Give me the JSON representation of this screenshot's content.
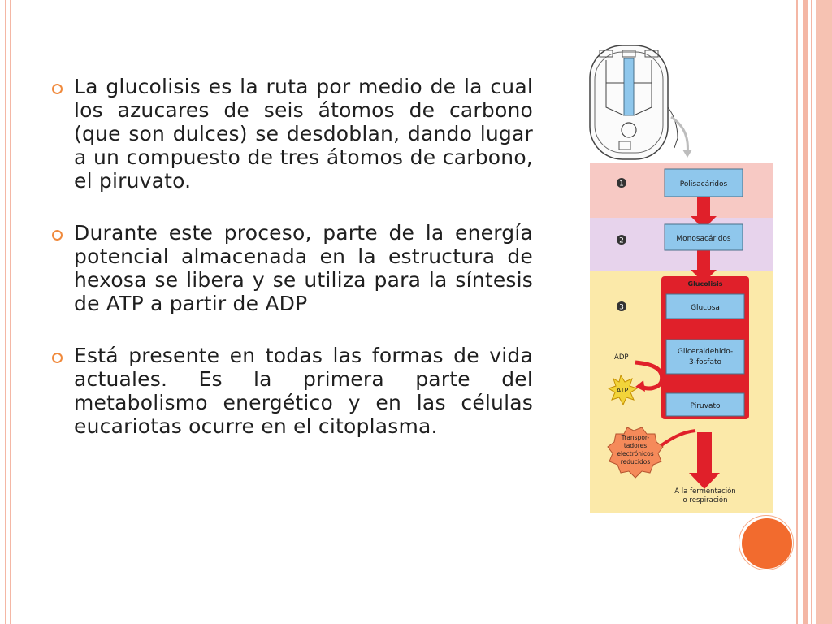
{
  "bullets": [
    "La glucolisis es la ruta por medio de la cual los azucares de seis átomos de carbono (que son dulces) se desdoblan, dando lugar a un compuesto de tres átomos de carbono, el piruvato.",
    "Durante este proceso, parte de la energía potencial almacenada en la estructura de hexosa se libera y se utiliza para la síntesis de ATP a partir de ADP",
    "Está presente en todas las formas de vida actuales. Es la primera parte del metabolismo energético y en las células eucariotas ocurre en el citoplasma."
  ],
  "figure": {
    "steps": [
      "1",
      "2",
      "3"
    ],
    "boxes": [
      "Polisacáridos",
      "Monosacáridos",
      "Glucosa",
      "Gliceraldehido-",
      "3-fosfato",
      "Piruvato"
    ],
    "glucolisis_label": "Glucolisis",
    "adp_label": "ADP",
    "atp_label": "ATP",
    "transport_lines": [
      "Transpor-",
      "tadores",
      "electrónicos",
      "reducidos"
    ],
    "end_lines": [
      "A la fermentación",
      "o respiración"
    ]
  },
  "colors": {
    "bullet": "#f08a3d",
    "frame": "#f4b7a5",
    "accent_dot": "#f26b2e",
    "arrow_red": "#e0202a",
    "box_blue": "#8fc7ec"
  }
}
